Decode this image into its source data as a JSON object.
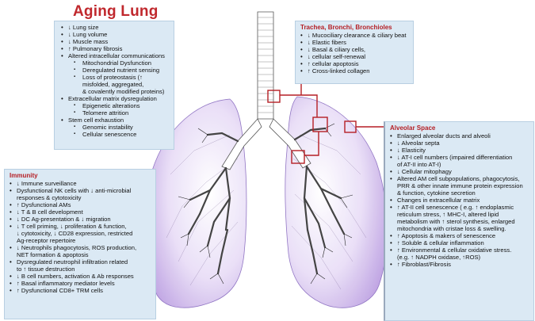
{
  "title": "Aging Lung",
  "aging": {
    "items": [
      {
        "cls": "",
        "text": "↓ Lung size"
      },
      {
        "cls": "",
        "text": "↓ Lung volume"
      },
      {
        "cls": "",
        "text": "↓ Muscle mass"
      },
      {
        "cls": "",
        "text": "↑ Pulmonary fibrosis"
      },
      {
        "cls": "",
        "text": "Altered intracellular communications"
      },
      {
        "cls": "sub",
        "text": "Mitochondrial Dysfunction"
      },
      {
        "cls": "sub",
        "text": "Deregulated nutrient sensing"
      },
      {
        "cls": "sub",
        "text": "Loss of proteostasis (↑ misfolded, aggregated,"
      },
      {
        "cls": "subcont",
        "text": "& covalently modified proteins)"
      },
      {
        "cls": "",
        "text": "Extracellular matrix dysregulation"
      },
      {
        "cls": "sub",
        "text": "Epigenetic alterations"
      },
      {
        "cls": "sub",
        "text": "Telomere attrition"
      },
      {
        "cls": "",
        "text": "Stem cell exhaustion"
      },
      {
        "cls": "sub",
        "text": "Genomic instability"
      },
      {
        "cls": "sub",
        "text": "Cellular senescence"
      }
    ]
  },
  "trachea": {
    "heading": "Trachea, Bronchi, Bronchioles",
    "items": [
      {
        "cls": "",
        "text": "↓ Mucociliary clearance & ciliary beat"
      },
      {
        "cls": "",
        "text": "↓ Elastic fibers"
      },
      {
        "cls": "",
        "text": "↓ Basal & ciliary cells,"
      },
      {
        "cls": "",
        "text": "↓ cellular self-renewal"
      },
      {
        "cls": "",
        "text": "↑ cellular apoptosis"
      },
      {
        "cls": "",
        "text": "↑ Cross-linked collagen"
      }
    ]
  },
  "alveolar": {
    "heading": "Alveolar Space",
    "items": [
      {
        "cls": "",
        "text": "Enlarged alveolar ducts and alveoli"
      },
      {
        "cls": "",
        "text": "↓ Alveolar septa"
      },
      {
        "cls": "",
        "text": "↓ Elasticity"
      },
      {
        "cls": "",
        "text": "↓ AT-I cell numbers (impaired  differentiation"
      },
      {
        "cls": "cont",
        "text": "of AT-II into AT-I)"
      },
      {
        "cls": "",
        "text": "↓ Cellular mitophagy"
      },
      {
        "cls": "",
        "text": "Altered AM cell subpopulations, phagocytosis,"
      },
      {
        "cls": "cont",
        "text": "PRR & other innate immune protein expression"
      },
      {
        "cls": "cont",
        "text": "& function, cytokine secretion"
      },
      {
        "cls": "",
        "text": "Changes in extracellular  matrix"
      },
      {
        "cls": "",
        "text": "↑ AT-II cell senescence ( e.g. ↑ endoplasmic"
      },
      {
        "cls": "cont",
        "text": "reticulum stress, ↑ MHC-I, altered lipid"
      },
      {
        "cls": "cont",
        "text": "metabolism with ↑ sterol synthesis, enlarged"
      },
      {
        "cls": "cont",
        "text": "mitochondria with cristae loss & swelling."
      },
      {
        "cls": "",
        "text": "↑ Apoptosis & makers of senescence"
      },
      {
        "cls": "",
        "text": "↑ Soluble & cellular inflammation"
      },
      {
        "cls": "",
        "text": "↑  Environmental & cellular oxidative stress."
      },
      {
        "cls": "cont",
        "text": "(e.g. ↑ NADPH oxidase, ↑ROS)"
      },
      {
        "cls": "",
        "text": "↑ Fibroblast/Fibrosis"
      }
    ]
  },
  "immunity": {
    "heading": "Immunity",
    "items": [
      {
        "cls": "",
        "text": "↓ Immune surveillance"
      },
      {
        "cls": "",
        "text": "Dysfunctional NK cells with ↓ anti-microbial"
      },
      {
        "cls": "cont",
        "text": "responses & cytotoxicity"
      },
      {
        "cls": "",
        "text": "↑ Dysfunctional AMs"
      },
      {
        "cls": "",
        "text": "↓ T & B cell development"
      },
      {
        "cls": "",
        "text": "↓ DC Ag-presentation & ↓ migration"
      },
      {
        "cls": "",
        "text": "↓ T cell priming, ↓ proliferation & function,"
      },
      {
        "cls": "cont",
        "text": "↓ cytotoxicity, ↓ CD28 expression, restricted"
      },
      {
        "cls": "cont",
        "text": "Ag-receptor repertoire"
      },
      {
        "cls": "",
        "text": "↓ Neutrophils phagocytosis, ROS production,"
      },
      {
        "cls": "cont",
        "text": "NET formation & apoptosis"
      },
      {
        "cls": "",
        "text": "Dysregulated neutrophil infiltration related"
      },
      {
        "cls": "cont",
        "text": "to ↑ tissue destruction"
      },
      {
        "cls": "",
        "text": "↓ B cell  numbers, activation & Ab responses"
      },
      {
        "cls": "",
        "text": "↑ Basal inflammatory mediator levels"
      },
      {
        "cls": "",
        "text": "↑ Dysfunctional CD8+ TRM cells"
      }
    ]
  },
  "colors": {
    "title_red": "#c0282d",
    "panel_blue": "#dbe9f4",
    "lung_purple": "#c9b2e6",
    "callout_red": "#b51f25"
  }
}
